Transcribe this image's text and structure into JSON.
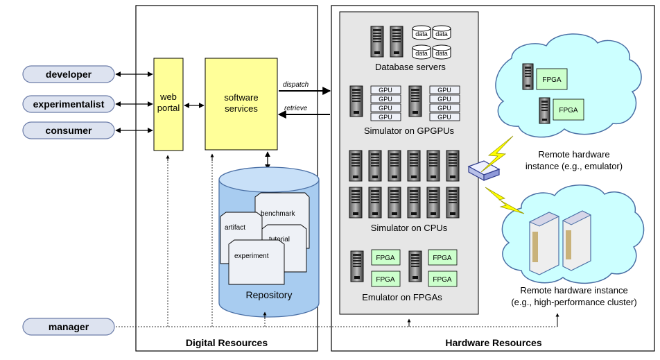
{
  "actors": {
    "developer": "developer",
    "experimentalist": "experimentalist",
    "consumer": "consumer",
    "manager": "manager"
  },
  "digital": {
    "web_portal_line1": "web",
    "web_portal_line2": "portal",
    "software_line1": "software",
    "software_line2": "services",
    "repository": "Repository",
    "docs": [
      "benchmark",
      "artifact",
      "tutorial",
      "experiment"
    ],
    "section_label": "Digital Resources"
  },
  "arrows": {
    "dispatch": "dispatch",
    "retrieve": "retrieve"
  },
  "hardware": {
    "section_label": "Hardware Resources",
    "db_label": "Database servers",
    "data_tag": "data",
    "gpu_tag": "GPU",
    "fpga_tag": "FPGA",
    "gpgpu_label": "Simulator on GPGPUs",
    "cpu_label": "Simulator on CPUs",
    "fpga_emu_label": "Emulator on FPGAs",
    "remote1_line1": "Remote hardware",
    "remote1_line2": "instance (e.g., emulator)",
    "remote2_line1": "Remote hardware instance",
    "remote2_line2": "(e.g., high-performance cluster)"
  },
  "colors": {
    "actor_fill": "#dde3f0",
    "yellow_box": "#ffff99",
    "repository_fill": "#a8ccf0",
    "cloud_fill": "#ccffff",
    "fpga_fill": "#ccffcc",
    "panel_gray": "#e6e6e6",
    "bolt": "#ffff00"
  }
}
